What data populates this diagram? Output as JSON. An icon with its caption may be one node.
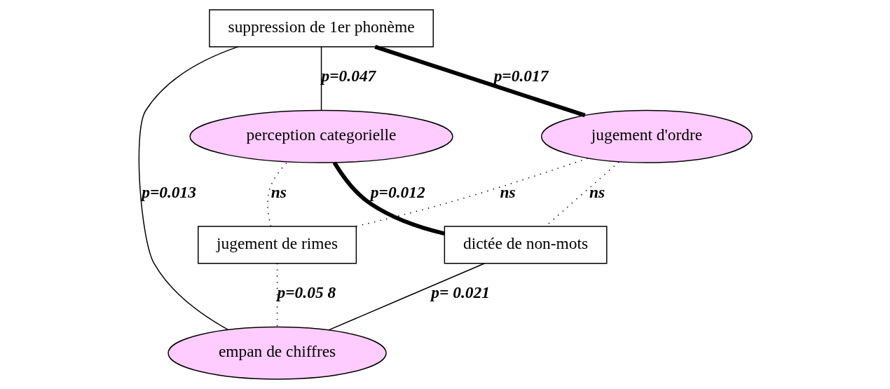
{
  "diagram": {
    "nodes": [
      {
        "text": [
          "suppression de 1er phonème"
        ]
      },
      {
        "text": [
          "jugement d'ordre"
        ]
      },
      {
        "text": [
          "perception categorielle"
        ]
      },
      {
        "text": [
          "empan de chiffres"
        ]
      },
      {
        "text": [
          "jugement de rimes"
        ]
      },
      {
        "text": [
          "dictée de non-mots"
        ]
      }
    ],
    "edges": [
      {
        "from": 0,
        "to": 1,
        "arrow": "none",
        "label": "p=0.017",
        "style": "thick"
      },
      {
        "from": 0,
        "to": 3,
        "arrow": "none",
        "label": "p=0.013"
      },
      {
        "from": 0,
        "to": 2,
        "arrow": "none",
        "label": "p=0.047"
      },
      {
        "from": 2,
        "to": 5,
        "arrow": "none",
        "label": "p=0.012",
        "style": "thick"
      },
      {
        "from": 3,
        "to": 5,
        "arrow": "none",
        "label": "p= 0.021"
      },
      {
        "from": 4,
        "to": 1,
        "arrow": "none",
        "label": "ns",
        "style": "dashed"
      },
      {
        "from": 4,
        "to": 2,
        "arrow": "none",
        "label": "ns",
        "style": "dashed"
      },
      {
        "from": 4,
        "to": 3,
        "arrow": "none",
        "label": "p=0.05 8",
        "style": "dashed"
      },
      {
        "from": 1,
        "to": 5,
        "arrow": "none",
        "label": "ns",
        "style": "dashed"
      }
    ]
  }
}
